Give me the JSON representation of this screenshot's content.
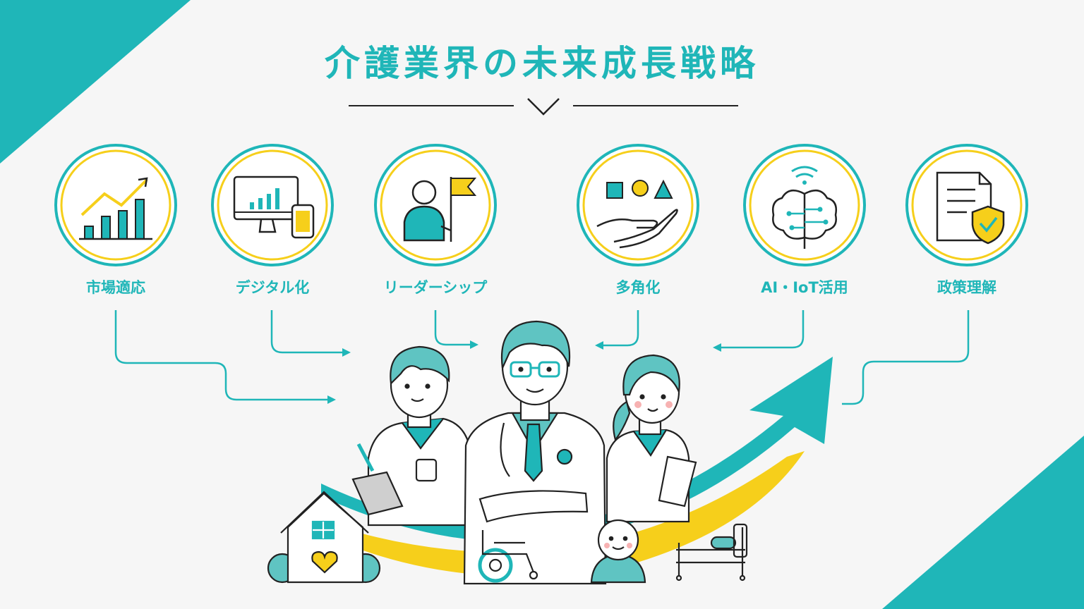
{
  "title": "介護業界の未来成長戦略",
  "colors": {
    "teal": "#1fb6b8",
    "yellow": "#f6cf1b",
    "ink": "#222222",
    "skin": "#ffffff",
    "bg": "#f6f6f6"
  },
  "strategies": [
    {
      "label": "市場適応",
      "icon": "growth-chart-icon"
    },
    {
      "label": "デジタル化",
      "icon": "monitor-devices-icon"
    },
    {
      "label": "リーダーシップ",
      "icon": "leader-flag-icon"
    },
    {
      "label": "多角化",
      "icon": "shapes-hand-icon"
    },
    {
      "label": "AI・IoT活用",
      "icon": "ai-brain-icon"
    },
    {
      "label": "政策理解",
      "icon": "policy-document-icon"
    }
  ],
  "illustration": {
    "people": [
      "caregiver-male",
      "doctor",
      "caregiver-female",
      "elderly-person"
    ],
    "objects": [
      "house-icon",
      "wheelchair-icon",
      "care-bed-icon",
      "growth-arrow"
    ]
  }
}
